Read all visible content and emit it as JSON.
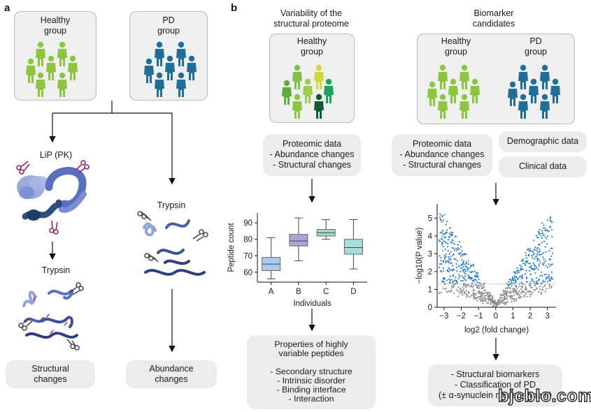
{
  "panel_a": {
    "letter": "a",
    "healthy_group": "Healthy\ngroup",
    "pd_group": "PD\ngroup",
    "lip_label": "LiP (PK)",
    "trypsin_left": "Trypsin",
    "trypsin_right": "Trypsin",
    "structural_changes": "Structural\nchanges",
    "abundance_changes": "Abundance\nchanges"
  },
  "panel_b": {
    "letter": "b",
    "variability_title": "Variability of the\nstructural proteome",
    "healthy_group": "Healthy\ngroup",
    "proteomic_box": "Proteomic data\n- Abundance changes\n- Structural changes",
    "properties_box": "Properties of highly\nvariable peptides\n\n- Secondary structure\n- Intrinsic disorder\n- Binding interface\n- Interaction",
    "biomarker_title": "Biomarker\ncandidates",
    "bio_healthy_group": "Healthy\ngroup",
    "bio_pd_group": "PD\ngroup",
    "bio_proteomic_box": "Proteomic data\n- Abundance changes\n- Structural changes",
    "demographic": "Demographic data",
    "clinical": "Clinical data",
    "biomarker_result": "- Structural biomarkers\n- Classification of PD\n(± α-synuclein measurement)"
  },
  "chart_data": [
    {
      "type": "box",
      "title": "",
      "xlabel": "Individuals",
      "ylabel": "Peptide count",
      "categories": [
        "A",
        "B",
        "C",
        "D"
      ],
      "yticks": [
        60,
        70,
        80,
        90
      ],
      "ylim": [
        54,
        96
      ],
      "boxes": [
        {
          "name": "A",
          "min": 56,
          "q1": 61,
          "median": 65,
          "q3": 69,
          "max": 81,
          "color": "#aacbee"
        },
        {
          "name": "B",
          "min": 67,
          "q1": 76,
          "median": 79,
          "q3": 83,
          "max": 93,
          "color": "#a7a6d9"
        },
        {
          "name": "C",
          "min": 80,
          "q1": 82,
          "median": 84,
          "q3": 86,
          "max": 92,
          "color": "#a3dccd"
        },
        {
          "name": "D",
          "min": 62,
          "q1": 71,
          "median": 75,
          "q3": 80,
          "max": 92,
          "color": "#a6dedd"
        }
      ],
      "grid": false
    },
    {
      "type": "scatter",
      "title": "",
      "xlabel": "log2 (fold change)",
      "ylabel": "−log10(P value)",
      "xlim": [
        -3.4,
        3.5
      ],
      "ylim": [
        0,
        5.8
      ],
      "xticks": [
        -3,
        -2,
        -1,
        0,
        1,
        2,
        3
      ],
      "yticks": [
        0,
        1,
        2,
        3,
        4,
        5
      ],
      "threshold_y": 1.3,
      "significant_color": "#2a7fd0",
      "nonsignificant_color": "#8c8c8c",
      "grid": false
    }
  ],
  "watermark": "bjcblo.com",
  "colors": {
    "healthy": "#8cc63f",
    "pd": "#1f6f99",
    "magenta": "#9b1f6b"
  }
}
